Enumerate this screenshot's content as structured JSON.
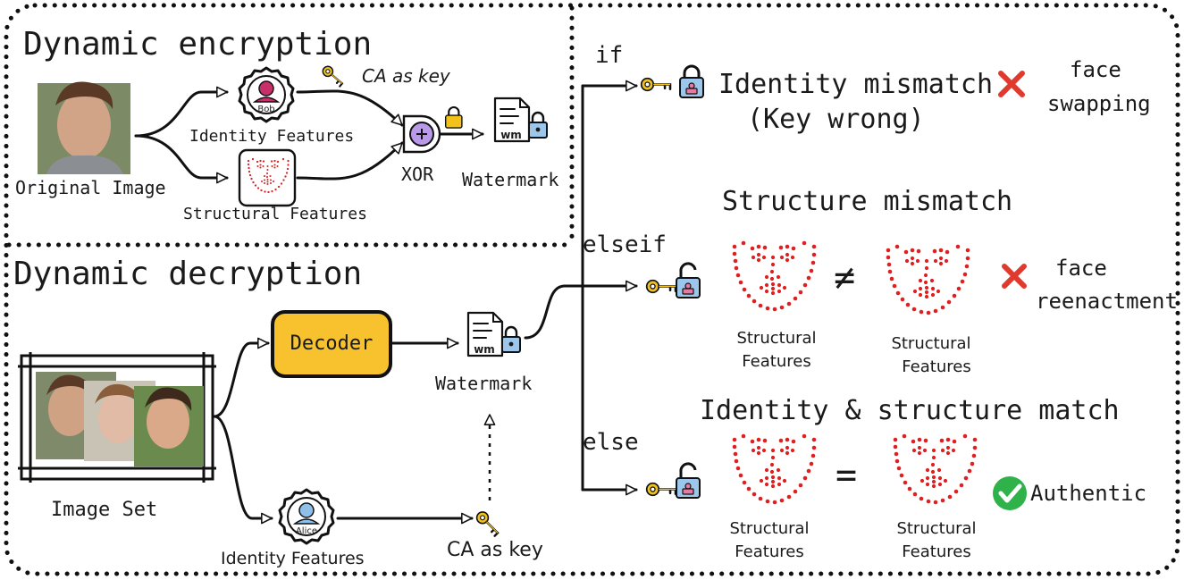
{
  "encryption": {
    "title": "Dynamic encryption",
    "original_image_label": "Original Image",
    "identity_features_label": "Identity Features",
    "structural_features_label": "Structural Features",
    "ca_key_label": "CA as key",
    "xor_label": "XOR",
    "watermark_label": "Watermark",
    "identity_avatar_name": "Bob",
    "watermark_doc_text": "wm"
  },
  "decryption": {
    "title": "Dynamic decryption",
    "image_set_label": "Image Set",
    "decoder_label": "Decoder",
    "watermark_label": "Watermark",
    "identity_features_label": "Identity Features",
    "ca_key_label": "CA as key",
    "identity_avatar_name": "Alice",
    "watermark_doc_text": "wm"
  },
  "outcomes": {
    "if": {
      "keyword": "if",
      "line1": "Identity mismatch",
      "line2": "(Key wrong)",
      "result_line1": "face",
      "result_line2": "swapping"
    },
    "elseif": {
      "keyword": "elseif",
      "title": "Structure mismatch",
      "operator": "≠",
      "left_label_line1": "Structural",
      "left_label_line2": "Features",
      "right_label_line1": "Structural",
      "right_label_line2": "Features",
      "result_line1": "face",
      "result_line2": "reenactment"
    },
    "else": {
      "keyword": "else",
      "title": "Identity & structure match",
      "operator": "=",
      "left_label_line1": "Structural",
      "left_label_line2": "Features",
      "right_label_line1": "Structural",
      "right_label_line2": "Features",
      "result": "Authentic"
    }
  },
  "colors": {
    "decoder_fill": "#f7c22e",
    "cross": "#e03a2e",
    "check": "#2fb24a",
    "key": "#f2c21a",
    "lock": "#9cc6ea",
    "xor": "#b99ae8",
    "landmark": "#e02020"
  },
  "icons": [
    "key-icon",
    "lock-icon",
    "cross-icon",
    "check-icon",
    "document-icon",
    "face-landmark-icon",
    "avatar-icon",
    "xor-icon"
  ]
}
